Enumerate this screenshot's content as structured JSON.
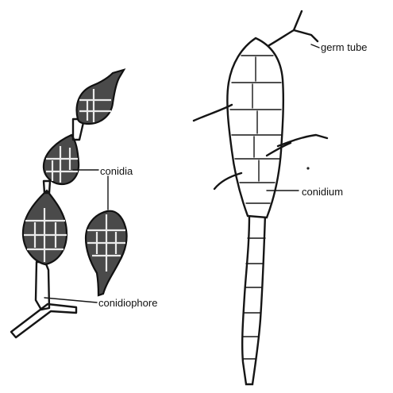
{
  "labels": {
    "conidia": "conidia",
    "conidiophore": "conidiophore",
    "germ_tube": "germ tube",
    "conidium": "conidium"
  },
  "colors": {
    "ink": "#151515",
    "cell_fill": "#4a4a4a",
    "background": "#ffffff"
  }
}
